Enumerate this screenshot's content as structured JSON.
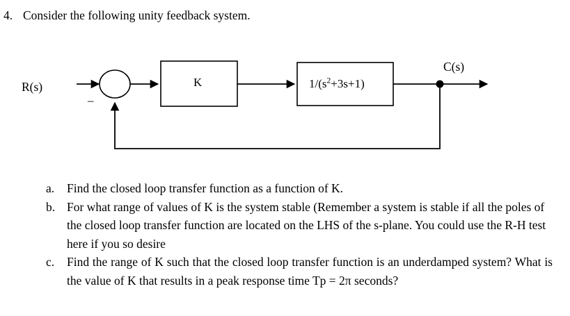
{
  "question": {
    "number": "4.",
    "prompt": "Consider the following unity feedback system."
  },
  "diagram": {
    "name": "unity-feedback-block-diagram",
    "input_label": "R(s)",
    "output_label": "C(s)",
    "summing_sign": "–",
    "blocks": [
      {
        "id": "gain",
        "label": "K"
      },
      {
        "id": "plant",
        "label_prefix": "1/(s",
        "label_exponent": "2",
        "label_suffix": "+3s+1)"
      }
    ],
    "plant_label_plain": "1/(s²+3s+1)"
  },
  "subquestions": [
    {
      "marker": "a.",
      "text": "Find the closed loop transfer function as a function of K."
    },
    {
      "marker": "b.",
      "text": "For what range of values of K is the system stable (Remember a system is stable if all the poles of the closed loop transfer function are located on the LHS of the s-plane. You could use the R-H test here if you so desire"
    },
    {
      "marker": "c.",
      "text": "Find the range of K such that the closed loop transfer function is an underdamped system? What is the value of K that results in a peak response time Tp = 2π seconds?"
    }
  ],
  "colors": {
    "background": "#ffffff",
    "text": "#000000",
    "stroke": "#000000"
  }
}
